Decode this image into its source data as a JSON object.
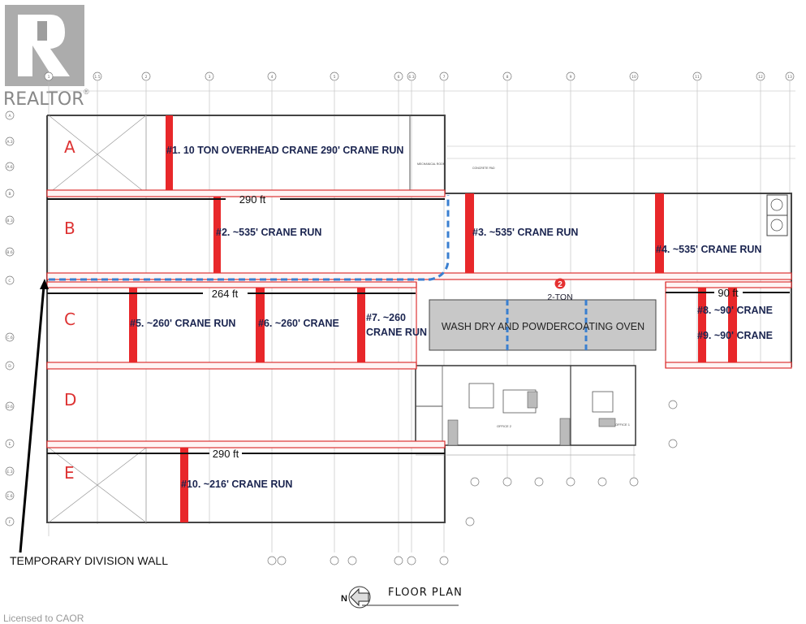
{
  "logo": {
    "text": "REALTOR",
    "mark": "®"
  },
  "bays": [
    "A",
    "B",
    "C",
    "D",
    "E"
  ],
  "cranes": {
    "c1": "#1. 10 TON OVERHEAD CRANE  290' CRANE RUN",
    "c2": "#2. ~535' CRANE RUN",
    "c3": "#3. ~535' CRANE RUN",
    "c4": "#4. ~535' CRANE RUN",
    "c5": "#5. ~260' CRANE RUN",
    "c6": "#6. ~260' CRANE",
    "c7a": "#7. ~260",
    "c7b": "CRANE RUN",
    "c8": "#8. ~90' CRANE",
    "c9": "#9. ~90' CRANE",
    "c10": "#10. ~216' CRANE RUN"
  },
  "dimensions": {
    "d1": "290 ft",
    "d2": "264 ft",
    "d3": "90 ft",
    "d4": "290 ft"
  },
  "oven": "WASH DRY AND POWDERCOATING OVEN",
  "marker": {
    "number": "2",
    "label": "2-TON"
  },
  "rooms": {
    "mechanical": "MECHANICAL ROOM",
    "concrete": "CONCRETE PAD",
    "office1": "OFFICE 1",
    "office2": "OFFICE 2"
  },
  "annotation": "TEMPORARY DIVISION WALL",
  "compass": "N",
  "plan_title": "FLOOR PLAN",
  "license": "Licensed to CAOR",
  "grid_columns": [
    "1",
    "1.5",
    "2",
    "3",
    "4",
    "5",
    "6",
    "6.3",
    "7",
    "8",
    "9",
    "10",
    "11",
    "12",
    "13"
  ],
  "grid_rows": [
    "A",
    "A.3",
    "A.6",
    "B",
    "B.3",
    "B.6",
    "C",
    "C.6",
    "D",
    "D.6",
    "E",
    "E.3",
    "E.6",
    "F"
  ],
  "colors": {
    "crane": "#e8272a",
    "beam": "#d33333",
    "path": "#3a7fd0",
    "oven": "#c8c8c8",
    "text": "#1b2550"
  }
}
